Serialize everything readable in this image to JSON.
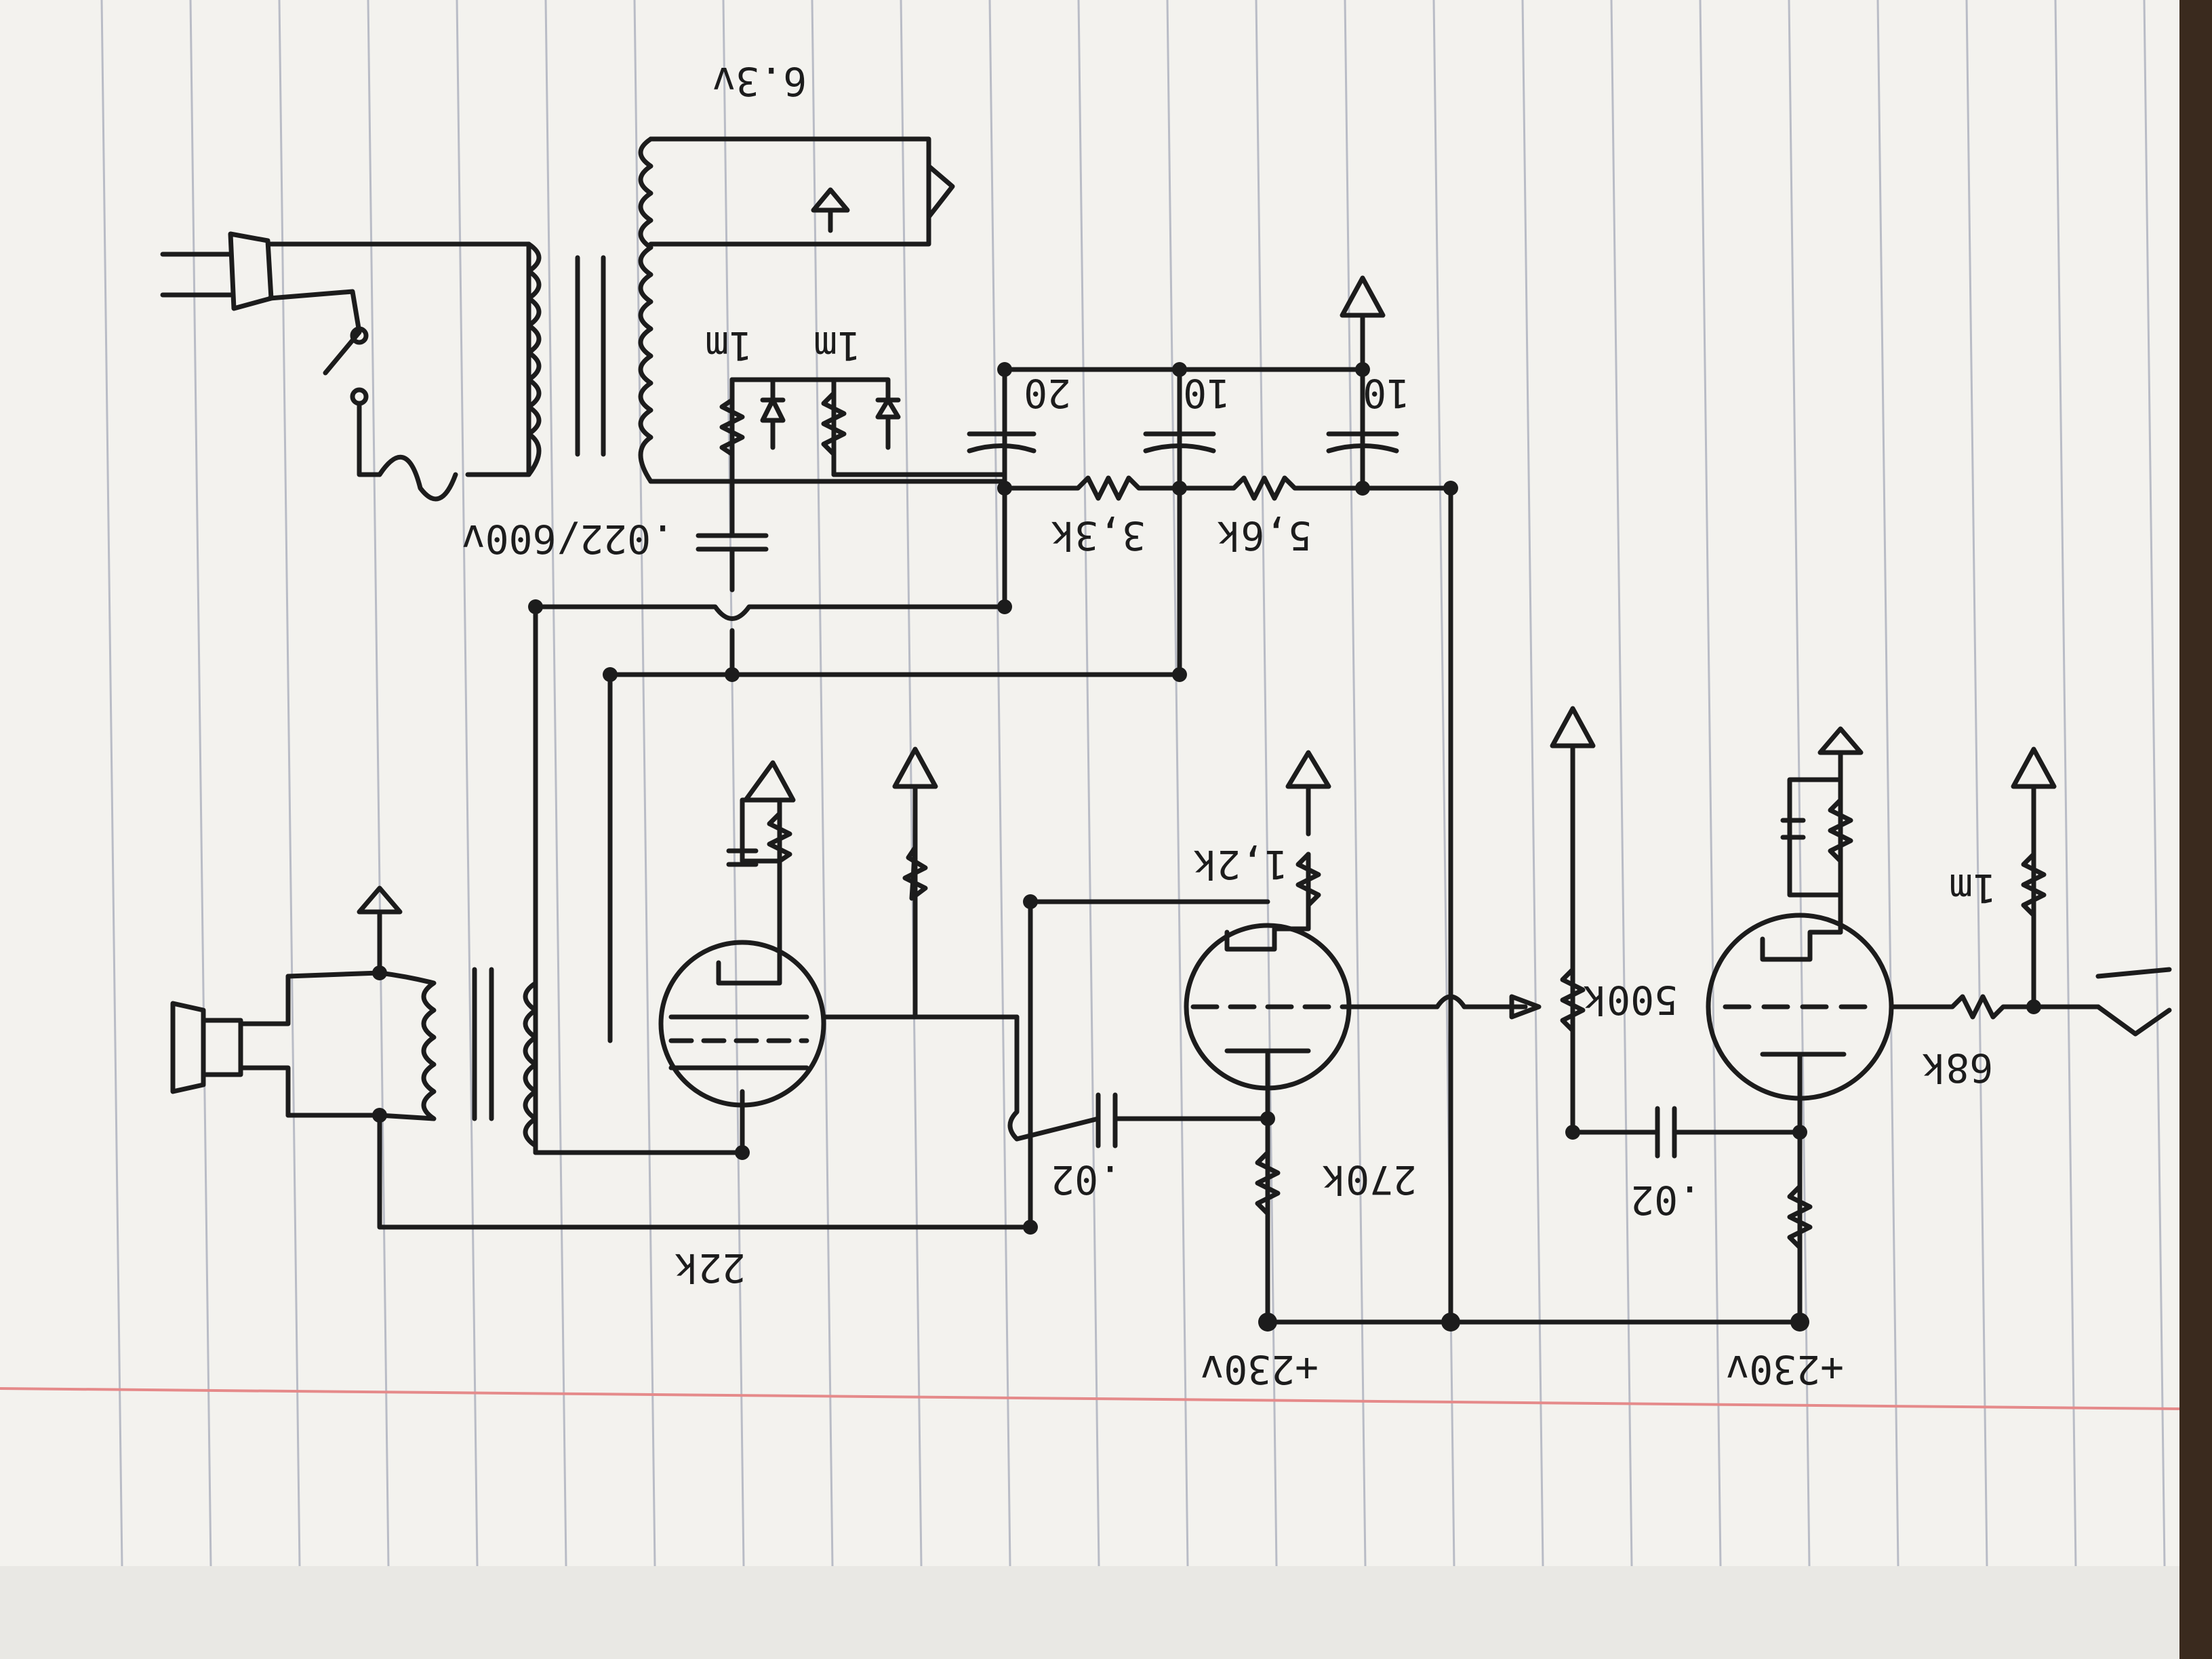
{
  "colors": {
    "paper": "#f3f2ee",
    "rule": "#b9bcc6",
    "margin": "#e58a8a",
    "ink": "#1c1c1c",
    "desk": "#3a2a1e"
  },
  "labels": {
    "heater_voltage": "6.3v",
    "cap_20": "20",
    "cap_10a": "10",
    "cap_10b": "10",
    "r_3k3": "3,3k",
    "r_5k6": "5,6k",
    "r_1m_a": "1m",
    "r_1m_b": "1m",
    "coupling_cap_hv": ".022/600v",
    "r_1k2": "1,2k",
    "pot_500k": "500k",
    "r_1m_in": "1m",
    "r_68k": "68k",
    "cap_02a": ".02",
    "cap_02b": ".02",
    "r_270k": "270k",
    "r_22k": "22k",
    "supply_a": "+230v",
    "supply_b": "+230v"
  }
}
